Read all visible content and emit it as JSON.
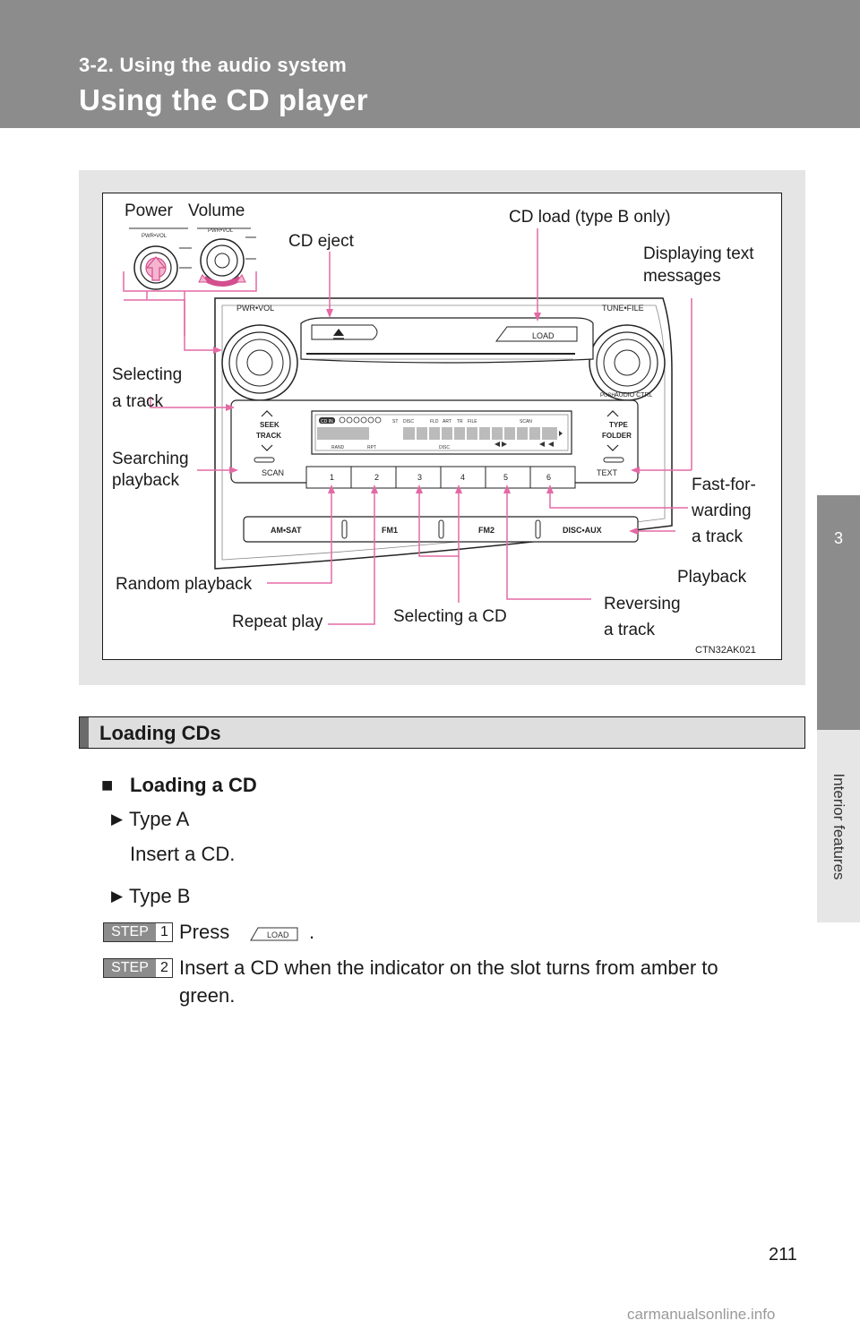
{
  "header": {
    "section": "3-2. Using the audio system",
    "title": "Using the CD player"
  },
  "side_tab": {
    "number": "3",
    "label": "Interior features"
  },
  "figure": {
    "code": "CTN32AK021",
    "labels": {
      "power": "Power",
      "volume": "Volume",
      "cd_eject": "CD eject",
      "cd_load": "CD load (type B only)",
      "display_text_1": "Displaying text",
      "display_text_2": "messages",
      "select_track_1": "Selecting",
      "select_track_2": "a track",
      "search_play_1": "Searching",
      "search_play_2": "playback",
      "fast_fwd_1": "Fast-for-",
      "fast_fwd_2": "warding",
      "fast_fwd_3": "a track",
      "playback": "Playback",
      "random": "Random playback",
      "repeat": "Repeat play",
      "select_cd": "Selecting a CD",
      "reverse_1": "Reversing",
      "reverse_2": "a track"
    },
    "unit_text": {
      "pwr_vol": "PWR•VOL",
      "tune_file": "TUNE•FILE",
      "push": "PUSH",
      "audio_ctrl": "AUDIO CTRL",
      "load": "LOAD",
      "seek": "SEEK",
      "track": "TRACK",
      "scan": "SCAN",
      "type": "TYPE",
      "folder": "FOLDER",
      "text": "TEXT",
      "presets": [
        "1",
        "2",
        "3",
        "4",
        "5",
        "6"
      ],
      "bands": [
        "AM•SAT",
        "FM1",
        "FM2",
        "DISC•AUX"
      ],
      "lcd_top": [
        "CD IN",
        "ST",
        "DISC",
        "FLD",
        "ART",
        "TR",
        "FILE",
        "SCAN"
      ],
      "lcd_rand": "RAND",
      "lcd_rpt": "RPT",
      "lcd_disc": "DISC"
    }
  },
  "section": {
    "heading": "Loading CDs",
    "subheading": "Loading a CD",
    "type_a": "Type A",
    "type_a_text": "Insert a CD.",
    "type_b": "Type B",
    "step_word": "STEP",
    "step1_num": "1",
    "step1_press": "Press",
    "load_key": "LOAD",
    "step1_end": ".",
    "step2_num": "2",
    "step2_text_1": "Insert a CD when the indicator on the slot turns from amber to",
    "step2_text_2": "green."
  },
  "page_number": "211",
  "watermark": "carmanualsonline.info"
}
